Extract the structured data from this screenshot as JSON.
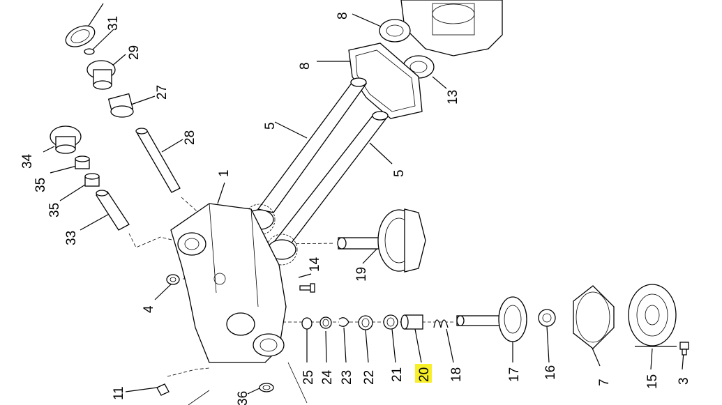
{
  "highlight": {
    "color": "#f7ef2a",
    "part": "20"
  },
  "labels": [
    {
      "id": "l31",
      "text": "31"
    },
    {
      "id": "l29",
      "text": "29"
    },
    {
      "id": "l27",
      "text": "27"
    },
    {
      "id": "l28",
      "text": "28"
    },
    {
      "id": "l34",
      "text": "34"
    },
    {
      "id": "l35a",
      "text": "35"
    },
    {
      "id": "l35b",
      "text": "35"
    },
    {
      "id": "l33",
      "text": "33"
    },
    {
      "id": "l8a",
      "text": "8"
    },
    {
      "id": "l8b",
      "text": "8"
    },
    {
      "id": "l13",
      "text": "13"
    },
    {
      "id": "l5a",
      "text": "5"
    },
    {
      "id": "l5b",
      "text": "5"
    },
    {
      "id": "l1",
      "text": "1"
    },
    {
      "id": "l14",
      "text": "14"
    },
    {
      "id": "l19",
      "text": "19"
    },
    {
      "id": "l4",
      "text": "4"
    },
    {
      "id": "l25",
      "text": "25"
    },
    {
      "id": "l24",
      "text": "24"
    },
    {
      "id": "l23",
      "text": "23"
    },
    {
      "id": "l22",
      "text": "22"
    },
    {
      "id": "l21",
      "text": "21"
    },
    {
      "id": "l20",
      "text": "20"
    },
    {
      "id": "l18",
      "text": "18"
    },
    {
      "id": "l17",
      "text": "17"
    },
    {
      "id": "l16",
      "text": "16"
    },
    {
      "id": "l7",
      "text": "7"
    },
    {
      "id": "l15",
      "text": "15"
    },
    {
      "id": "l3",
      "text": "3"
    },
    {
      "id": "l11",
      "text": "11"
    },
    {
      "id": "l36",
      "text": "36"
    }
  ]
}
